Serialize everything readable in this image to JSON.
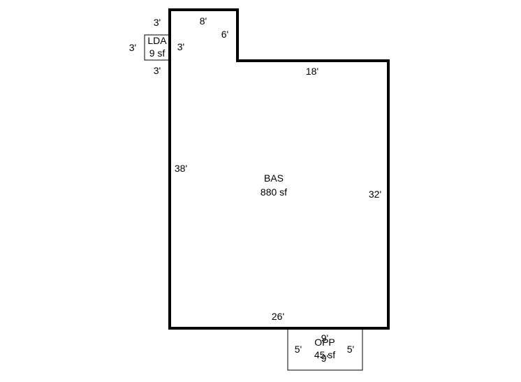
{
  "areas": [
    {
      "code": "BAS",
      "area": "880 sf"
    },
    {
      "code": "LDA",
      "area": "9 sf"
    },
    {
      "code": "OPP",
      "area": "45 sf"
    }
  ],
  "dimensions": {
    "bas_top_left": "8'",
    "bas_step_vertical": "6'",
    "bas_step_horizontal": "18'",
    "bas_left": "38'",
    "bas_right": "32'",
    "bas_bottom": "26'",
    "lda_top": "3'",
    "lda_left": "3'",
    "lda_right": "3'",
    "lda_bottom": "3'",
    "opp_top": "9'",
    "opp_left": "5'",
    "opp_right": "5'",
    "opp_bottom": "9'"
  },
  "colors": {
    "line": "#000000",
    "background": "#ffffff"
  }
}
